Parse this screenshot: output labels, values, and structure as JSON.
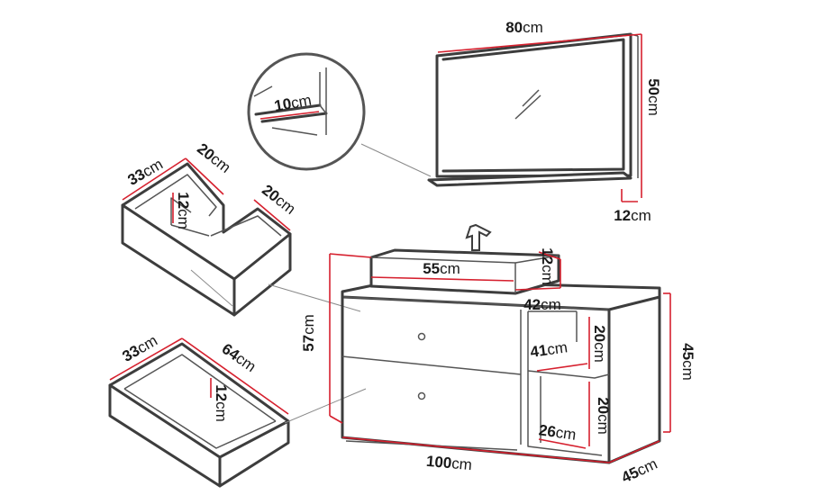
{
  "unit": "cm",
  "colors": {
    "dimension_line": "#d6202e",
    "outline": "#3d3d3d",
    "background": "#ffffff"
  },
  "mirror": {
    "width": "80",
    "height": "50",
    "shelf_depth": "12"
  },
  "zoom_detail": {
    "shelf_depth": "10"
  },
  "organizer_insert": {
    "depth": "33",
    "compartment_width": "20",
    "side_width": "20",
    "height": "12"
  },
  "drawer": {
    "depth": "33",
    "width": "64",
    "height": "12"
  },
  "washbasin": {
    "width": "55",
    "height": "12",
    "depth": "42"
  },
  "cabinet": {
    "width": "100",
    "depth": "45",
    "height": "45",
    "front_height": "57",
    "shelf_top_width": "41",
    "shelf_top_height": "20",
    "shelf_bottom_width": "26",
    "shelf_bottom_height": "20"
  }
}
